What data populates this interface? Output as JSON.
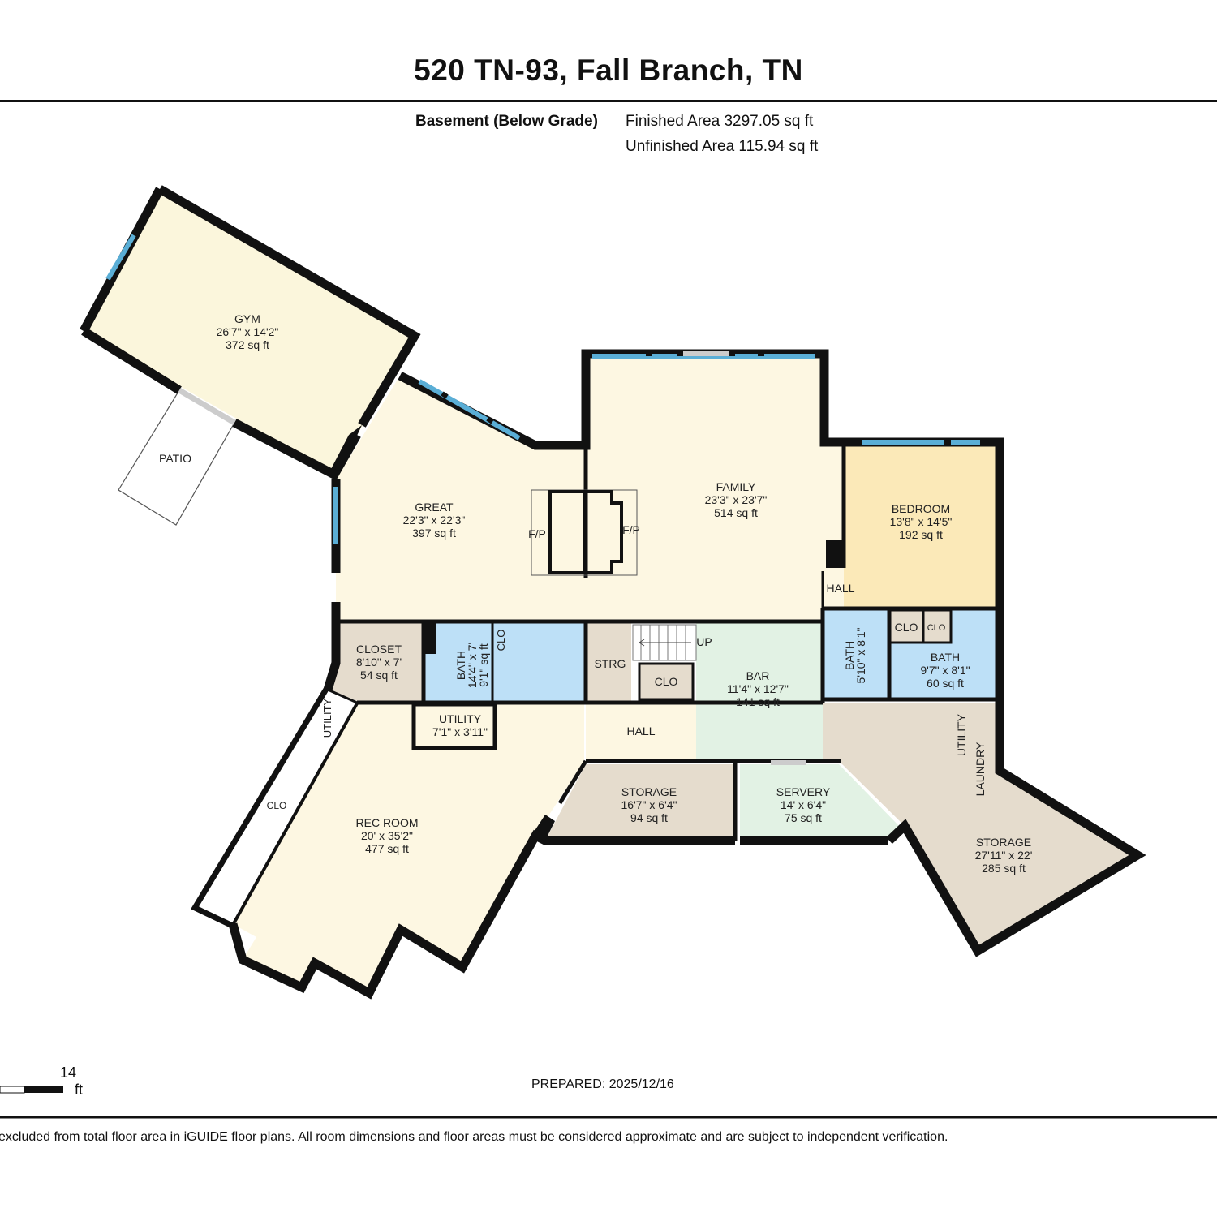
{
  "header": {
    "title": "520 TN-93, Fall Branch, TN",
    "level": "Basement (Below Grade)",
    "finished_area": "Finished Area 3297.05 sq ft",
    "unfinished_area": "Unfinished Area 115.94 sq ft"
  },
  "rooms": {
    "gym": {
      "name": "GYM",
      "dims": "26'7\" x 14'2\"",
      "area": "372 sq ft"
    },
    "patio": {
      "name": "PATIO"
    },
    "great": {
      "name": "GREAT",
      "dims": "22'3\" x 22'3\"",
      "area": "397 sq ft"
    },
    "family": {
      "name": "FAMILY",
      "dims": "23'3\" x 23'7\"",
      "area": "514 sq ft"
    },
    "bedroom": {
      "name": "BEDROOM",
      "dims": "13'8\" x 14'5\"",
      "area": "192 sq ft"
    },
    "closet": {
      "name": "CLOSET",
      "dims": "8'10\" x 7'",
      "area": "54 sq ft"
    },
    "bath_a": {
      "name": "BATH",
      "dims": "14'4\" x 7'",
      "dims2": "9'1\" sq ft"
    },
    "strg": {
      "name": "STRG"
    },
    "bar": {
      "name": "BAR",
      "dims": "11'4\" x 12'7\"",
      "area": "141 sq ft"
    },
    "bath_b": {
      "name": "BATH",
      "dims": "5'10\" x 8'1\""
    },
    "bath_c": {
      "name": "BATH",
      "dims": "9'7\" x 8'1\"",
      "area": "60 sq ft"
    },
    "utility_small": {
      "name": "UTILITY",
      "dims": "7'1\" x 3'11\""
    },
    "utility_side": {
      "name": "UTILITY"
    },
    "rec_room": {
      "name": "REC ROOM",
      "dims": "20' x 35'2\"",
      "area": "477 sq ft"
    },
    "hall_lower": {
      "name": "HALL"
    },
    "hall_upper": {
      "name": "HALL"
    },
    "storage_mid": {
      "name": "STORAGE",
      "dims": "16'7\" x 6'4\"",
      "area": "94 sq ft"
    },
    "servery": {
      "name": "SERVERY",
      "dims": "14' x 6'4\"",
      "area": "75 sq ft"
    },
    "storage_right": {
      "name": "STORAGE",
      "dims": "27'11\" x 22'",
      "area": "285 sq ft"
    },
    "utility_right": {
      "name": "UTILITY"
    },
    "laundry": {
      "name": "LAUNDRY"
    }
  },
  "labels": {
    "fp_left": "F/P",
    "fp_right": "F/P",
    "up": "UP",
    "clo": "CLO",
    "clo_small": "CLO"
  },
  "scale": {
    "value": "14",
    "unit": "ft"
  },
  "footer": {
    "prepared": "PREPARED: 2025/12/16",
    "disclaimer": "excluded from total floor area in iGUIDE floor plans. All room dimensions and floor areas must be considered approximate and are subject to independent verification."
  },
  "colors": {
    "gym": "#fbf6dc",
    "great": "#fdf7e2",
    "family": "#fdf7e2",
    "bedroom": "#fbe9b8",
    "bath": "#bde0f7",
    "storage": "#e5dccd",
    "bar": "#e2f2e4",
    "window": "#5aaed6",
    "wall": "#111111"
  }
}
